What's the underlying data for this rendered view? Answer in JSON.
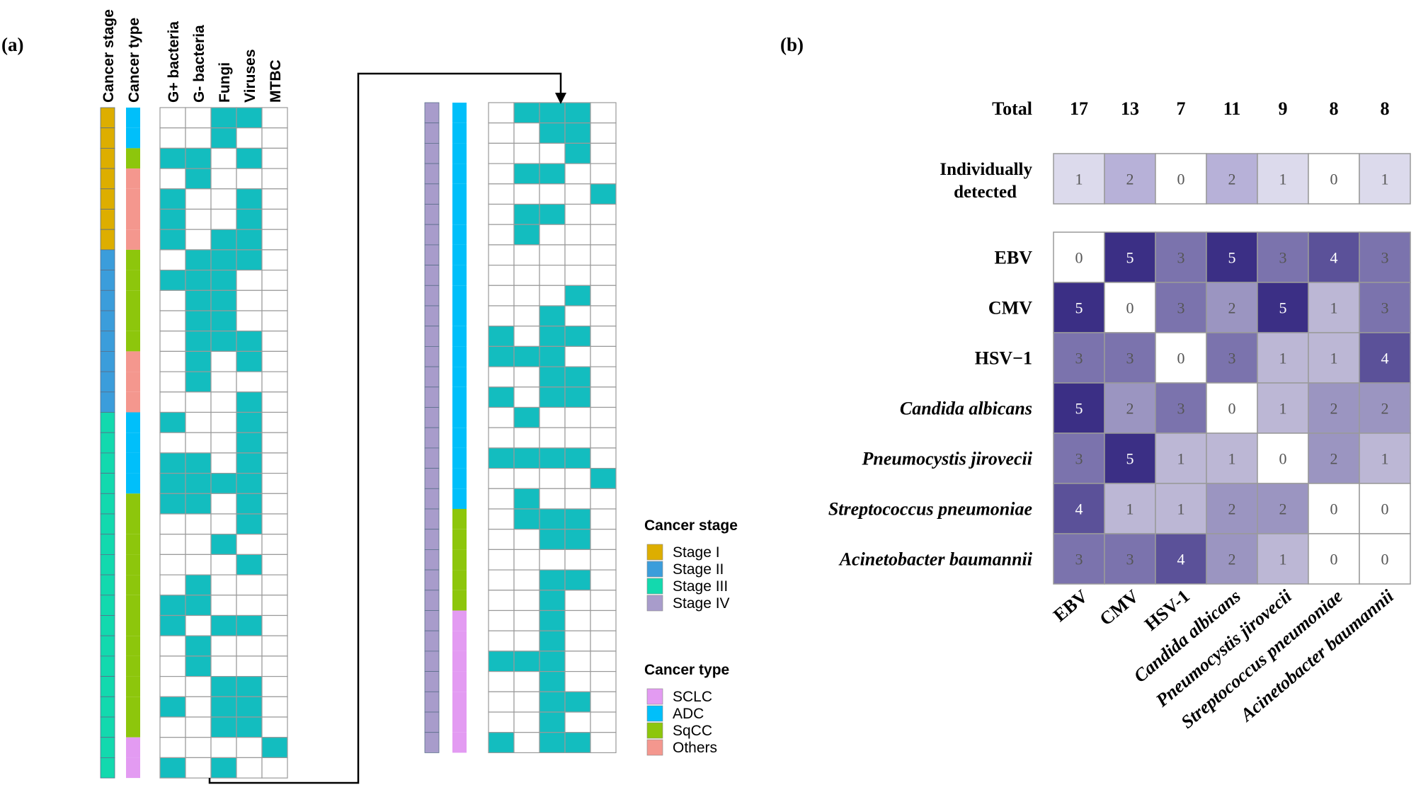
{
  "panel_a": {
    "label": "(a)",
    "annotation_headers": [
      "Cancer stage",
      "Cancer type"
    ],
    "column_headers": [
      "G+ bacteria",
      "G- bacteria",
      "Fungi",
      "Viruses",
      "MTBC"
    ],
    "legend_stage": {
      "title": "Cancer stage",
      "items": [
        {
          "label": "Stage I",
          "color": "#DDAE00"
        },
        {
          "label": "Stage II",
          "color": "#3B9DDB"
        },
        {
          "label": "Stage III",
          "color": "#13D9AE"
        },
        {
          "label": "Stage IV",
          "color": "#A89CCB"
        }
      ]
    },
    "legend_type": {
      "title": "Cancer type",
      "items": [
        {
          "label": "SCLC",
          "color": "#E39BF2"
        },
        {
          "label": "ADC",
          "color": "#00BFFA"
        },
        {
          "label": "SqCC",
          "color": "#8DC60C"
        },
        {
          "label": "Others",
          "color": "#F4978E"
        }
      ]
    },
    "fill_color": "#13BDBF"
  },
  "panel_b": {
    "label": "(b)",
    "totals_label": "Total",
    "individual_label": [
      "Individually",
      "detected"
    ]
  },
  "chart_data": [
    {
      "type": "heatmap",
      "title": "",
      "columns": [
        "G+ bacteria",
        "G- bacteria",
        "Fungi",
        "Viruses",
        "MTBC"
      ],
      "rows": [
        {
          "stage": "Stage I",
          "type": "ADC",
          "values": [
            0,
            0,
            1,
            1,
            0
          ]
        },
        {
          "stage": "Stage I",
          "type": "ADC",
          "values": [
            0,
            0,
            1,
            0,
            0
          ]
        },
        {
          "stage": "Stage I",
          "type": "SqCC",
          "values": [
            1,
            1,
            0,
            1,
            0
          ]
        },
        {
          "stage": "Stage I",
          "type": "Others",
          "values": [
            0,
            1,
            0,
            0,
            0
          ]
        },
        {
          "stage": "Stage I",
          "type": "Others",
          "values": [
            1,
            0,
            0,
            1,
            0
          ]
        },
        {
          "stage": "Stage I",
          "type": "Others",
          "values": [
            1,
            0,
            0,
            1,
            0
          ]
        },
        {
          "stage": "Stage I",
          "type": "Others",
          "values": [
            1,
            0,
            1,
            1,
            0
          ]
        },
        {
          "stage": "Stage II",
          "type": "SqCC",
          "values": [
            0,
            1,
            1,
            1,
            0
          ]
        },
        {
          "stage": "Stage II",
          "type": "SqCC",
          "values": [
            1,
            1,
            1,
            0,
            0
          ]
        },
        {
          "stage": "Stage II",
          "type": "SqCC",
          "values": [
            0,
            1,
            1,
            0,
            0
          ]
        },
        {
          "stage": "Stage II",
          "type": "SqCC",
          "values": [
            0,
            1,
            1,
            0,
            0
          ]
        },
        {
          "stage": "Stage II",
          "type": "SqCC",
          "values": [
            0,
            1,
            1,
            1,
            0
          ]
        },
        {
          "stage": "Stage II",
          "type": "Others",
          "values": [
            0,
            1,
            0,
            1,
            0
          ]
        },
        {
          "stage": "Stage II",
          "type": "Others",
          "values": [
            0,
            1,
            0,
            0,
            0
          ]
        },
        {
          "stage": "Stage II",
          "type": "Others",
          "values": [
            0,
            0,
            0,
            1,
            0
          ]
        },
        {
          "stage": "Stage III",
          "type": "ADC",
          "values": [
            1,
            0,
            0,
            1,
            0
          ]
        },
        {
          "stage": "Stage III",
          "type": "ADC",
          "values": [
            0,
            0,
            0,
            1,
            0
          ]
        },
        {
          "stage": "Stage III",
          "type": "ADC",
          "values": [
            1,
            1,
            0,
            1,
            0
          ]
        },
        {
          "stage": "Stage III",
          "type": "ADC",
          "values": [
            1,
            1,
            1,
            1,
            0
          ]
        },
        {
          "stage": "Stage III",
          "type": "SqCC",
          "values": [
            1,
            1,
            0,
            1,
            0
          ]
        },
        {
          "stage": "Stage III",
          "type": "SqCC",
          "values": [
            0,
            0,
            0,
            1,
            0
          ]
        },
        {
          "stage": "Stage III",
          "type": "SqCC",
          "values": [
            0,
            0,
            1,
            0,
            0
          ]
        },
        {
          "stage": "Stage III",
          "type": "SqCC",
          "values": [
            0,
            0,
            0,
            1,
            0
          ]
        },
        {
          "stage": "Stage III",
          "type": "SqCC",
          "values": [
            0,
            1,
            0,
            0,
            0
          ]
        },
        {
          "stage": "Stage III",
          "type": "SqCC",
          "values": [
            1,
            1,
            0,
            0,
            0
          ]
        },
        {
          "stage": "Stage III",
          "type": "SqCC",
          "values": [
            1,
            0,
            1,
            1,
            0
          ]
        },
        {
          "stage": "Stage III",
          "type": "SqCC",
          "values": [
            0,
            1,
            0,
            0,
            0
          ]
        },
        {
          "stage": "Stage III",
          "type": "SqCC",
          "values": [
            0,
            1,
            0,
            0,
            0
          ]
        },
        {
          "stage": "Stage III",
          "type": "SqCC",
          "values": [
            0,
            0,
            1,
            1,
            0
          ]
        },
        {
          "stage": "Stage III",
          "type": "SqCC",
          "values": [
            1,
            0,
            1,
            1,
            0
          ]
        },
        {
          "stage": "Stage III",
          "type": "SqCC",
          "values": [
            0,
            0,
            1,
            1,
            0
          ]
        },
        {
          "stage": "Stage III",
          "type": "SCLC",
          "values": [
            0,
            0,
            0,
            0,
            1
          ]
        },
        {
          "stage": "Stage III",
          "type": "SCLC",
          "values": [
            1,
            0,
            1,
            0,
            0
          ]
        },
        {
          "stage": "Stage IV",
          "type": "ADC",
          "values": [
            0,
            1,
            1,
            1,
            0
          ]
        },
        {
          "stage": "Stage IV",
          "type": "ADC",
          "values": [
            0,
            0,
            1,
            1,
            0
          ]
        },
        {
          "stage": "Stage IV",
          "type": "ADC",
          "values": [
            0,
            0,
            0,
            1,
            0
          ]
        },
        {
          "stage": "Stage IV",
          "type": "ADC",
          "values": [
            0,
            1,
            1,
            0,
            0
          ]
        },
        {
          "stage": "Stage IV",
          "type": "ADC",
          "values": [
            0,
            0,
            0,
            0,
            1
          ]
        },
        {
          "stage": "Stage IV",
          "type": "ADC",
          "values": [
            0,
            1,
            1,
            0,
            0
          ]
        },
        {
          "stage": "Stage IV",
          "type": "ADC",
          "values": [
            0,
            1,
            0,
            0,
            0
          ]
        },
        {
          "stage": "Stage IV",
          "type": "ADC",
          "values": [
            0,
            0,
            0,
            0,
            0
          ]
        },
        {
          "stage": "Stage IV",
          "type": "ADC",
          "values": [
            0,
            0,
            0,
            0,
            0
          ]
        },
        {
          "stage": "Stage IV",
          "type": "ADC",
          "values": [
            0,
            0,
            0,
            1,
            0
          ]
        },
        {
          "stage": "Stage IV",
          "type": "ADC",
          "values": [
            0,
            0,
            1,
            0,
            0
          ]
        },
        {
          "stage": "Stage IV",
          "type": "ADC",
          "values": [
            1,
            0,
            1,
            1,
            0
          ]
        },
        {
          "stage": "Stage IV",
          "type": "ADC",
          "values": [
            1,
            1,
            1,
            0,
            0
          ]
        },
        {
          "stage": "Stage IV",
          "type": "ADC",
          "values": [
            0,
            0,
            1,
            1,
            0
          ]
        },
        {
          "stage": "Stage IV",
          "type": "ADC",
          "values": [
            1,
            0,
            1,
            1,
            0
          ]
        },
        {
          "stage": "Stage IV",
          "type": "ADC",
          "values": [
            0,
            1,
            0,
            0,
            0
          ]
        },
        {
          "stage": "Stage IV",
          "type": "ADC",
          "values": [
            0,
            0,
            0,
            0,
            0
          ]
        },
        {
          "stage": "Stage IV",
          "type": "ADC",
          "values": [
            1,
            1,
            1,
            1,
            0
          ]
        },
        {
          "stage": "Stage IV",
          "type": "ADC",
          "values": [
            0,
            0,
            0,
            0,
            1
          ]
        },
        {
          "stage": "Stage IV",
          "type": "ADC",
          "values": [
            0,
            1,
            0,
            0,
            0
          ]
        },
        {
          "stage": "Stage IV",
          "type": "SqCC",
          "values": [
            0,
            1,
            1,
            1,
            0
          ]
        },
        {
          "stage": "Stage IV",
          "type": "SqCC",
          "values": [
            0,
            0,
            1,
            1,
            0
          ]
        },
        {
          "stage": "Stage IV",
          "type": "SqCC",
          "values": [
            0,
            0,
            0,
            0,
            0
          ]
        },
        {
          "stage": "Stage IV",
          "type": "SqCC",
          "values": [
            0,
            0,
            1,
            1,
            0
          ]
        },
        {
          "stage": "Stage IV",
          "type": "SqCC",
          "values": [
            0,
            0,
            1,
            0,
            0
          ]
        },
        {
          "stage": "Stage IV",
          "type": "SCLC",
          "values": [
            0,
            0,
            1,
            0,
            0
          ]
        },
        {
          "stage": "Stage IV",
          "type": "SCLC",
          "values": [
            0,
            0,
            1,
            0,
            0
          ]
        },
        {
          "stage": "Stage IV",
          "type": "SCLC",
          "values": [
            1,
            1,
            1,
            0,
            0
          ]
        },
        {
          "stage": "Stage IV",
          "type": "SCLC",
          "values": [
            0,
            0,
            1,
            0,
            0
          ]
        },
        {
          "stage": "Stage IV",
          "type": "SCLC",
          "values": [
            0,
            0,
            1,
            1,
            0
          ]
        },
        {
          "stage": "Stage IV",
          "type": "SCLC",
          "values": [
            0,
            0,
            1,
            0,
            0
          ]
        },
        {
          "stage": "Stage IV",
          "type": "SCLC",
          "values": [
            1,
            0,
            1,
            1,
            0
          ]
        }
      ]
    },
    {
      "type": "heatmap",
      "title": "",
      "columns": [
        "EBV",
        "CMV",
        "HSV-1",
        "Candida albicans",
        "Pneumocystis jirovecii",
        "Streptococcus pneumoniae",
        "Acinetobacter baumannii"
      ],
      "columns_italic": [
        false,
        false,
        false,
        true,
        true,
        true,
        true
      ],
      "rows": [
        "EBV",
        "CMV",
        "HSV−1",
        "Candida albicans",
        "Pneumocystis jirovecii",
        "Streptococcus pneumoniae",
        "Acinetobacter baumannii"
      ],
      "rows_italic": [
        false,
        false,
        false,
        true,
        true,
        true,
        true
      ],
      "totals": [
        17,
        13,
        7,
        11,
        9,
        8,
        8
      ],
      "individually_detected": [
        1,
        2,
        0,
        2,
        1,
        0,
        1
      ],
      "matrix": [
        [
          0,
          5,
          3,
          5,
          3,
          4,
          3
        ],
        [
          5,
          0,
          3,
          2,
          5,
          1,
          3
        ],
        [
          3,
          3,
          0,
          3,
          1,
          1,
          4
        ],
        [
          5,
          2,
          3,
          0,
          1,
          2,
          2
        ],
        [
          3,
          5,
          1,
          1,
          0,
          2,
          1
        ],
        [
          4,
          1,
          1,
          2,
          2,
          0,
          0
        ],
        [
          3,
          3,
          4,
          2,
          1,
          0,
          0
        ]
      ],
      "color_scale": {
        "low": "#FFFFFF",
        "high": "#3B2F85",
        "range": [
          0,
          5
        ]
      }
    }
  ]
}
